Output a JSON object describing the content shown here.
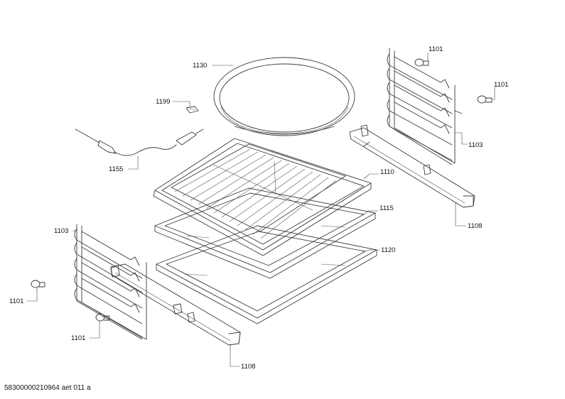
{
  "labels": {
    "pan_1130": "1130",
    "probe_clip_1199": "1199",
    "probe_1155": "1155",
    "rack_1110": "1110",
    "tray_1115": "1115",
    "tray_1120": "1120",
    "support_right_1103": "1103",
    "support_left_1103": "1103",
    "rail_right_1108": "1108",
    "rail_left_1108": "1108",
    "screw_right_top_1101": "1101",
    "screw_right_side_1101": "1101",
    "screw_left_top_1101": "1101",
    "screw_left_bottom_1101": "1101"
  },
  "footer": {
    "drawing_id": "58300000210964 aet 011 a"
  }
}
